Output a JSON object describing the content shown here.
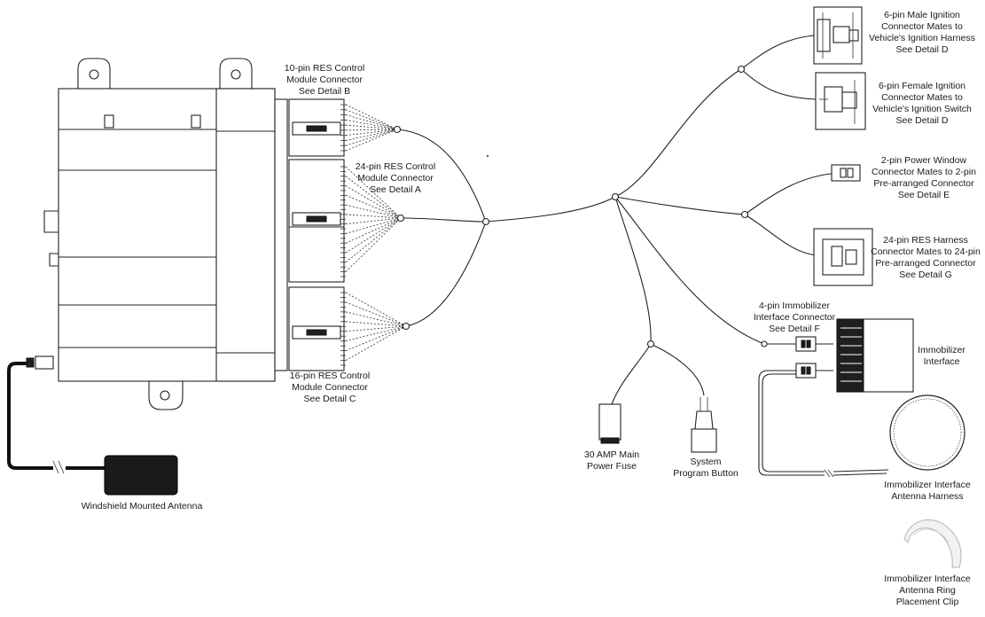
{
  "labels": {
    "conn10": [
      "10-pin RES Control",
      "Module Connector",
      "See Detail B"
    ],
    "conn24": [
      "24-pin RES Control",
      "Module Connector",
      "See Detail A"
    ],
    "conn16": [
      "16-pin RES Control",
      "Module Connector",
      "See Detail C"
    ],
    "antenna": [
      "Windshield Mounted Antenna"
    ],
    "ign_male": [
      "6-pin Male Ignition",
      "Connector Mates to",
      "Vehicle's Ignition Harness",
      "See Detail D"
    ],
    "ign_female": [
      "6-pin Female Ignition",
      "Connector Mates to",
      "Vehicle's Ignition Switch",
      "See Detail D"
    ],
    "power_window": [
      "2-pin Power Window",
      "Connector Mates to 2-pin",
      "Pre-arranged Connector",
      "See Detail E"
    ],
    "res_harness": [
      "24-pin RES Harness",
      "Connector Mates to 24-pin",
      "Pre-arranged Connector",
      "See Detail G"
    ],
    "immob_conn": [
      "4-pin Immobilizer",
      "Interface Connector",
      "See Detail F"
    ],
    "immob_iface": [
      "Immobilizer",
      "Interface"
    ],
    "fuse": [
      "30 AMP Main",
      "Power Fuse"
    ],
    "prog_button": [
      "System",
      "Program Button"
    ],
    "ring_harness": [
      "Immobilizer Interface",
      "Antenna Harness"
    ],
    "ring_clip": [
      "Immobilizer Interface",
      "Antenna Ring",
      "Placement Clip"
    ]
  },
  "components": {
    "control_module": "control-module-icon",
    "antenna": "antenna-icon",
    "fuse": "fuse-icon",
    "button": "program-button-icon",
    "immobilizer": "immobilizer-box-icon",
    "antenna_ring": "antenna-ring-icon",
    "clip": "placement-clip-icon"
  }
}
